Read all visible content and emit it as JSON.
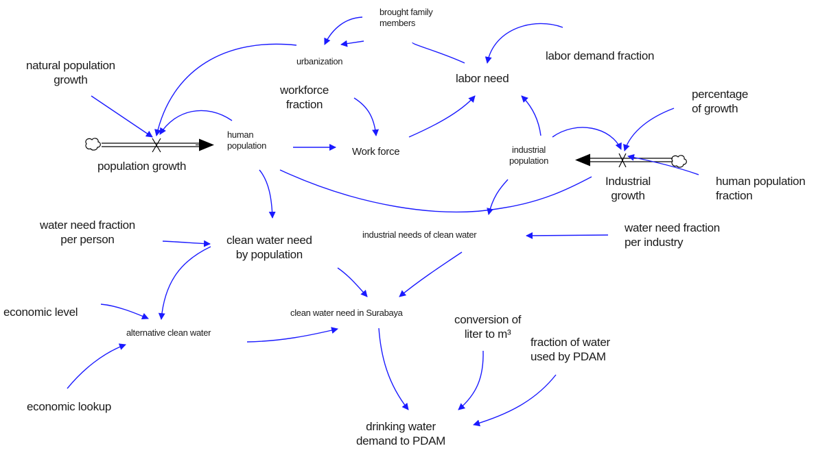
{
  "diagram": {
    "title": "",
    "type": "stock-and-flow",
    "colors": {
      "link": "#1a1aff",
      "flow": "#000000",
      "text": "#1a1a1a"
    },
    "nodes": {
      "natural_population_growth": "natural population\ngrowth",
      "population_growth": "population growth",
      "human_population": "human\npopulation",
      "urbanization": "urbanization",
      "brought_family_members": "brought family\nmembers",
      "workforce_fraction": "workforce\nfraction",
      "work_force": "Work force",
      "labor_need": "labor need",
      "labor_demand_fraction": "labor demand fraction",
      "percentage_of_growth": "percentage\nof growth",
      "industrial_population": "industrial\npopulation",
      "industrial_growth": "Industrial\ngrowth",
      "human_population_fraction": "human population\nfraction",
      "water_need_fraction_per_person": "water need fraction\nper person",
      "clean_water_need_by_population": "clean water need\nby population",
      "industrial_needs_of_clean_water": "industrial needs of clean water",
      "water_need_fraction_per_industry": "water need fraction\nper industry",
      "economic_level": "economic level",
      "alternative_clean_water": "alternative clean water",
      "clean_water_need_in_surabaya": "clean water need in Surabaya",
      "conversion_of_liter_to_m3": "conversion of\nliter to m³",
      "fraction_of_water_used_by_pdam": "fraction of water\nused by PDAM",
      "economic_lookup": "economic lookup",
      "drinking_water_demand_to_pdam": "drinking water\ndemand to PDAM"
    },
    "links": [
      {
        "from": "natural_population_growth",
        "to": "population_growth"
      },
      {
        "from": "urbanization",
        "to": "population_growth"
      },
      {
        "from": "human_population",
        "to": "population_growth"
      },
      {
        "from": "brought_family_members",
        "to": "urbanization"
      },
      {
        "from": "labor_need",
        "to": "urbanization"
      },
      {
        "from": "human_population",
        "to": "work_force"
      },
      {
        "from": "workforce_fraction",
        "to": "work_force"
      },
      {
        "from": "work_force",
        "to": "labor_need"
      },
      {
        "from": "labor_demand_fraction",
        "to": "labor_need"
      },
      {
        "from": "industrial_population",
        "to": "labor_need"
      },
      {
        "from": "industrial_population",
        "to": "industrial_growth"
      },
      {
        "from": "percentage_of_growth",
        "to": "industrial_growth"
      },
      {
        "from": "human_population_fraction",
        "to": "industrial_growth"
      },
      {
        "from": "human_population",
        "to": "industrial_needs_of_clean_water"
      },
      {
        "from": "industrial_population",
        "to": "industrial_needs_of_clean_water"
      },
      {
        "from": "human_population",
        "to": "clean_water_need_by_population"
      },
      {
        "from": "water_need_fraction_per_person",
        "to": "clean_water_need_by_population"
      },
      {
        "from": "water_need_fraction_per_industry",
        "to": "industrial_needs_of_clean_water"
      },
      {
        "from": "clean_water_need_by_population",
        "to": "alternative_clean_water"
      },
      {
        "from": "economic_level",
        "to": "alternative_clean_water"
      },
      {
        "from": "economic_lookup",
        "to": "alternative_clean_water"
      },
      {
        "from": "clean_water_need_by_population",
        "to": "clean_water_need_in_surabaya"
      },
      {
        "from": "industrial_needs_of_clean_water",
        "to": "clean_water_need_in_surabaya"
      },
      {
        "from": "alternative_clean_water",
        "to": "clean_water_need_in_surabaya"
      },
      {
        "from": "clean_water_need_in_surabaya",
        "to": "drinking_water_demand_to_pdam"
      },
      {
        "from": "conversion_of_liter_to_m3",
        "to": "drinking_water_demand_to_pdam"
      },
      {
        "from": "fraction_of_water_used_by_pdam",
        "to": "drinking_water_demand_to_pdam"
      }
    ],
    "flows": [
      {
        "name": "population_growth",
        "source": "cloud",
        "into": "human_population"
      },
      {
        "name": "industrial_growth",
        "source": "cloud",
        "into": "industrial_population"
      }
    ]
  }
}
